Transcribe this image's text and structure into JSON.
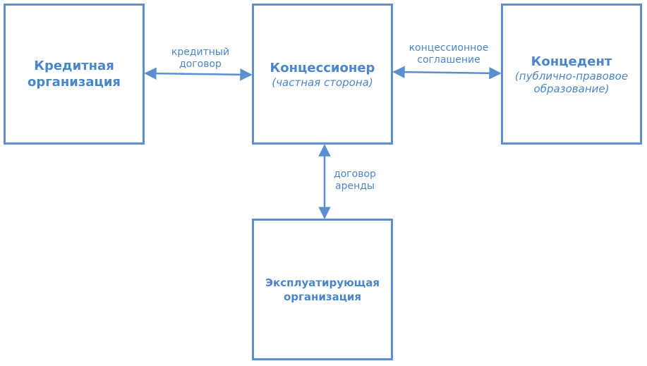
{
  "diagram": {
    "nodes": {
      "credit_org": {
        "title": "Кредитная организация"
      },
      "concessionaire": {
        "title": "Концессионер",
        "subtitle": "(частная сторона)"
      },
      "concedent": {
        "title": "Концедент",
        "subtitle": "(публично-правовое образование)"
      },
      "operating_org": {
        "title": "Эксплуатирующая организация"
      }
    },
    "edges": {
      "credit_contract": {
        "label_line1": "кредитный",
        "label_line2": "договор"
      },
      "concession_agreement": {
        "label_line1": "концессионное",
        "label_line2": "соглашение"
      },
      "lease_contract": {
        "label_line1": "договор",
        "label_line2": "аренды"
      }
    },
    "colors": {
      "stroke": "#5b8fd0",
      "text": "#4a86c8"
    }
  }
}
